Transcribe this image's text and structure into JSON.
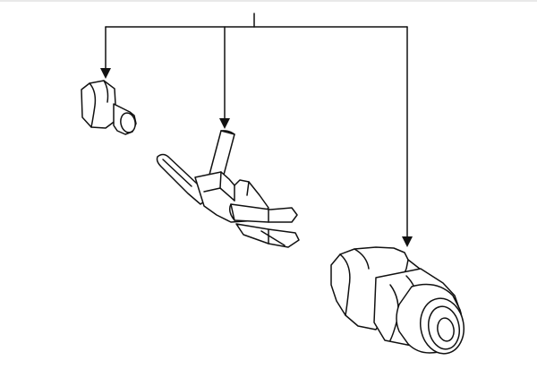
{
  "diagram": {
    "type": "exploded-parts-diagram",
    "parts": [
      {
        "id": "part-bulb",
        "icon": "wedge-bulb-icon"
      },
      {
        "id": "part-clip",
        "icon": "retainer-clip-icon"
      },
      {
        "id": "part-socket",
        "icon": "lamp-socket-icon"
      }
    ],
    "colors": {
      "line": "#111111",
      "background": "#ffffff",
      "top_rule": "#e9e9e9"
    }
  }
}
